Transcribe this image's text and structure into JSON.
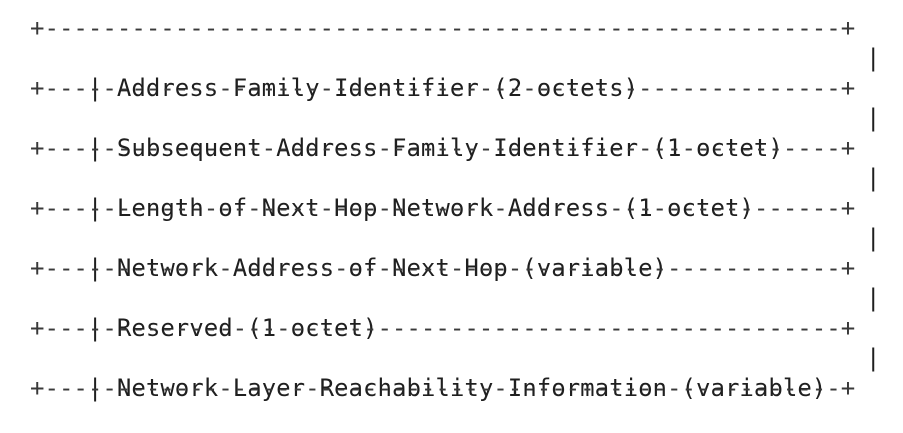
{
  "border_line": "+-------------------------------------------------------+",
  "pipe": "|",
  "fields": [
    {
      "label": "Address Family Identifier (2 octets)"
    },
    {
      "label": "Subsequent Address Family Identifier (1 octet)"
    },
    {
      "label": "Length of Next Hop Network Address (1 octet)"
    },
    {
      "label": "Network Address of Next Hop (variable)"
    },
    {
      "label": "Reserved (1 octet)"
    },
    {
      "label": "Network Layer Reachability Information (variable)"
    }
  ]
}
